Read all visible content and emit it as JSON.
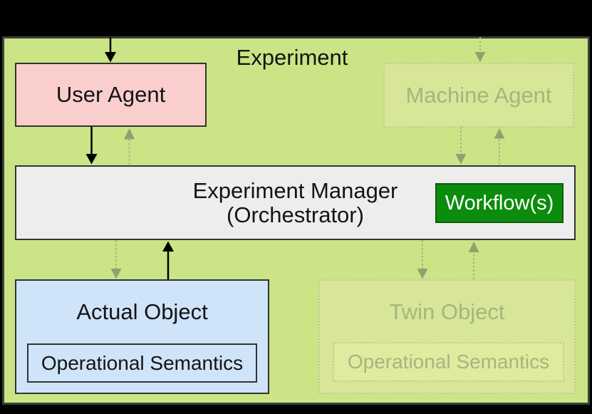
{
  "diagram": {
    "title": "Experiment",
    "nodes": {
      "user_agent": {
        "label": "User Agent",
        "state": "active"
      },
      "machine_agent": {
        "label": "Machine Agent",
        "state": "faded"
      },
      "experiment_manager": {
        "label_line1": "Experiment Manager",
        "label_line2": "(Orchestrator)",
        "state": "active"
      },
      "workflow": {
        "label": "Workflow(s)",
        "state": "active"
      },
      "actual_object": {
        "label": "Actual Object",
        "sub_label": "Operational Semantics",
        "state": "active"
      },
      "twin_object": {
        "label": "Twin Object",
        "sub_label": "Operational Semantics",
        "state": "faded"
      }
    },
    "edges": [
      {
        "from": "outside-top",
        "to": "user_agent",
        "style": "solid"
      },
      {
        "from": "user_agent",
        "to": "experiment_manager",
        "style": "solid"
      },
      {
        "from": "experiment_manager",
        "to": "user_agent",
        "style": "dotted-faded"
      },
      {
        "from": "outside-top",
        "to": "machine_agent",
        "style": "dotted-faded"
      },
      {
        "from": "machine_agent",
        "to": "experiment_manager",
        "style": "dotted-faded"
      },
      {
        "from": "experiment_manager",
        "to": "machine_agent",
        "style": "dotted-faded"
      },
      {
        "from": "experiment_manager",
        "to": "actual_object",
        "style": "dotted-faded"
      },
      {
        "from": "actual_object",
        "to": "experiment_manager",
        "style": "solid"
      },
      {
        "from": "experiment_manager",
        "to": "twin_object",
        "style": "dotted-faded"
      },
      {
        "from": "twin_object",
        "to": "experiment_manager",
        "style": "dotted-faded"
      }
    ],
    "colors": {
      "canvas_background": "#000000",
      "frame_fill": "#cbe485",
      "frame_border": "#394239",
      "user_agent_fill": "#f9cecc",
      "experiment_manager_fill": "#ededed",
      "workflow_fill": "#0c8c0c",
      "workflow_border": "#0a5c0a",
      "actual_object_fill": "#cfe3f9",
      "faded_fill": "#d8e797",
      "faded_inner_fill": "#dfeb9e",
      "faded_border": "#bcc795",
      "faded_text": "#a6b580",
      "solid_border": "#333333",
      "solid_arrow": "#000000",
      "faded_arrow": "#a3b186"
    }
  }
}
